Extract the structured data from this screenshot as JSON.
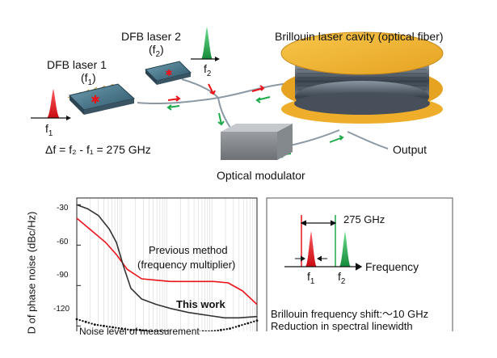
{
  "diagram": {
    "laser1": {
      "title": "DFB laser 1",
      "freq": "f",
      "sub": "1"
    },
    "laser2": {
      "title": "DFB laser 2",
      "freq": "f",
      "sub": "2"
    },
    "cavity": {
      "title": "Brillouin laser cavity (optical fiber)"
    },
    "modulator": {
      "title": "Optical modulator"
    },
    "output": "Output",
    "delta_f": "Δf = f₂ - f₁ = 275 GHz",
    "pulse_f1": {
      "label": "f",
      "sub": "1"
    },
    "pulse_f2": {
      "label": "f",
      "sub": "2"
    },
    "colors": {
      "red": "#e8141a",
      "green": "#1faa4a",
      "gold": "#f2b630",
      "coil": "#5a6470"
    }
  },
  "chart_data": {
    "type": "line",
    "ylabel": "D of phase noise  (dBc/Hz)",
    "ylim": [
      -130,
      -25
    ],
    "yticks": [
      "-30",
      "-60",
      "-90",
      "-120"
    ],
    "series": [
      {
        "name": "Previous method\n(frequency multiplier)",
        "color": "#e8141a",
        "x": [
          0,
          0.08,
          0.16,
          0.22,
          0.28,
          0.36,
          0.44,
          0.52,
          0.6,
          0.68,
          0.76,
          0.84,
          0.92,
          1.0
        ],
        "y": [
          -40,
          -49,
          -58,
          -67,
          -78,
          -85,
          -86,
          -87,
          -87,
          -87,
          -87,
          -88,
          -94,
          -104
        ]
      },
      {
        "name": "This work",
        "color": "#333333",
        "x": [
          0,
          0.06,
          0.12,
          0.18,
          0.22,
          0.26,
          0.3,
          0.36,
          0.44,
          0.52,
          0.62,
          0.72,
          0.82,
          0.9,
          1.0
        ],
        "y": [
          -30,
          -33,
          -38,
          -48,
          -58,
          -76,
          -92,
          -100,
          -104,
          -107,
          -110,
          -112,
          -114,
          -114,
          -113
        ]
      },
      {
        "name": "Noise floor",
        "color": "#111111",
        "dotted": true,
        "x": [
          0,
          0.05,
          0.1,
          0.15,
          0.2,
          0.25,
          0.3,
          0.35,
          0.4,
          0.45,
          0.5,
          0.55,
          0.6,
          0.65,
          0.7,
          0.75,
          0.8,
          0.85,
          0.9,
          0.95,
          1.0
        ],
        "y": [
          -115,
          -117,
          -119,
          -120,
          -121,
          -122,
          -123,
          -123,
          -124,
          -124,
          -124,
          -125,
          -125,
          -125,
          -124,
          -124,
          -123,
          -122,
          -120,
          -118,
          -116
        ]
      }
    ],
    "annotations": {
      "prev_method_1": "Previous method",
      "prev_method_2": "(frequency multiplier)",
      "this_work": "This work",
      "noise_floor": "Noise level of measurement"
    }
  },
  "panel": {
    "gap_label": "275 GHz",
    "freq_axis_label": "Frequency",
    "f1": {
      "label": "f",
      "sub": "1"
    },
    "f2": {
      "label": "f",
      "sub": "2"
    },
    "text1": "Brillouin frequency shift:～10 GHz",
    "text2": "Reduction in spectral linewidth"
  }
}
